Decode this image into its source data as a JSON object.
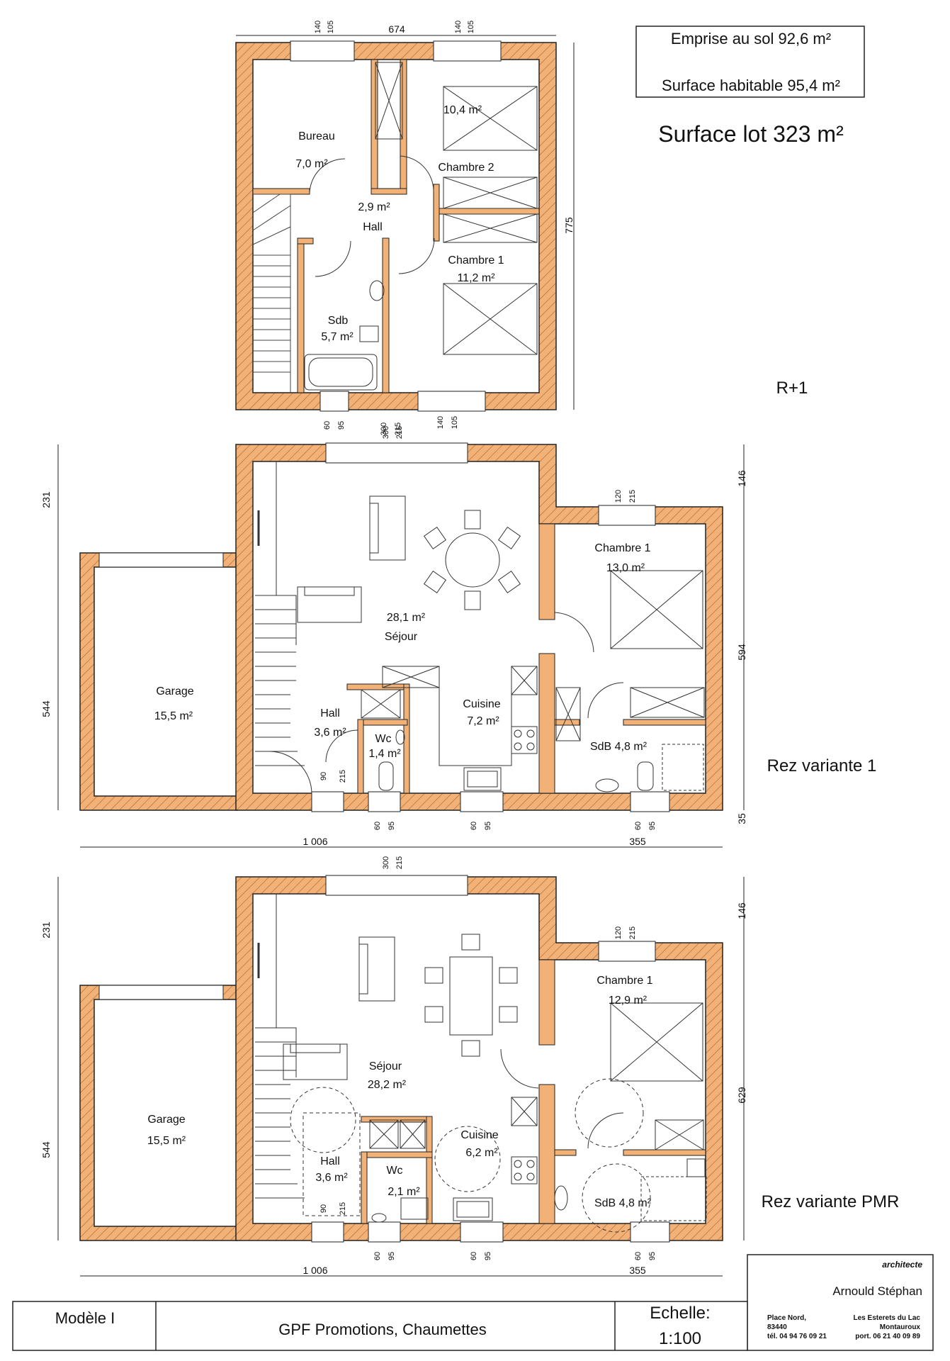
{
  "summary": {
    "footprint": "Emprise au sol  92,6 m²",
    "living_area": "Surface habitable 95,4 m²",
    "lot_area": "Surface lot 323 m²"
  },
  "levels": {
    "upper": "R+1",
    "ground_v1": "Rez variante 1",
    "ground_pmr": "Rez variante PMR"
  },
  "upper_rooms": {
    "bureau": "Bureau",
    "bureau_area": "7,0 m²",
    "chambre2_area": "10,4 m²",
    "chambre2": "Chambre 2",
    "hall_area": "2,9 m²",
    "hall": "Hall",
    "chambre1": "Chambre 1",
    "chambre1_area": "11,2 m²",
    "sdb": "Sdb",
    "sdb_area": "5,7 m²"
  },
  "v1_rooms": {
    "garage": "Garage",
    "garage_area": "15,5 m²",
    "sejour_area": "28,1 m²",
    "sejour": "Séjour",
    "hall": "Hall",
    "hall_area": "3,6 m²",
    "wc": "Wc",
    "wc_area": "1,4 m²",
    "cuisine": "Cuisine",
    "cuisine_area": "7,2 m²",
    "chambre1": "Chambre 1",
    "chambre1_area": "13,0 m²",
    "sdb": "SdB 4,8 m²"
  },
  "pmr_rooms": {
    "garage": "Garage",
    "garage_area": "15,5 m²",
    "sejour": "Séjour",
    "sejour_area": "28,2 m²",
    "hall": "Hall",
    "hall_area": "3,6 m²",
    "wc": "Wc",
    "wc_area": "2,1 m²",
    "cuisine": "Cuisine",
    "cuisine_area": "6,2 m²",
    "chambre1": "Chambre 1",
    "chambre1_area": "12,9 m²",
    "sdb": "SdB 4,8 m²"
  },
  "dims": {
    "d674": "674",
    "d775": "775",
    "d140": "140",
    "d105": "105",
    "d60": "60",
    "d95": "95",
    "d300": "300",
    "d215": "215",
    "d120": "120",
    "d231": "231",
    "d544": "544",
    "d146": "146",
    "d594": "594",
    "d629": "629",
    "d35": "35",
    "d90": "90",
    "d1006": "1 006",
    "d355": "355"
  },
  "title_block": {
    "model": "Modèle I",
    "project": "GPF Promotions, Chaumettes",
    "scale_label": "Echelle:",
    "scale_value": "1:100",
    "role": "architecte",
    "architect": "Arnould Stéphan",
    "addr_left1": "Place Nord,",
    "addr_left2": "83440",
    "addr_left3": "tél. 04 94 76 09 21",
    "addr_right1": "Les Esterets du Lac",
    "addr_right2": "Montauroux",
    "addr_right3": "port. 06 21 40 09 89"
  },
  "colors": {
    "wall": "#F2B277",
    "hatch": "#9a5a2a",
    "line": "#222222"
  }
}
